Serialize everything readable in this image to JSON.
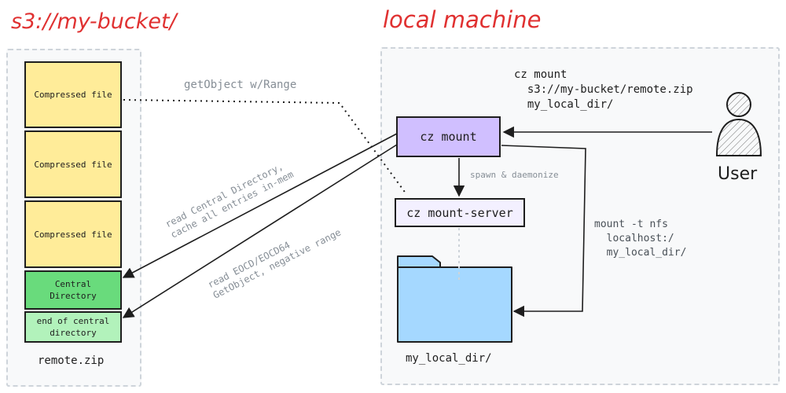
{
  "bucket": {
    "title": "s3://my-bucket/",
    "file_blocks": [
      "Compressed file",
      "Compressed file",
      "Compressed file"
    ],
    "central_directory": "Central Directory",
    "eocd": "end of central directory",
    "archive_label": "remote.zip"
  },
  "local": {
    "title": "local machine",
    "mount_box": "cz mount",
    "server_box": "cz mount-server",
    "folder_label": "my_local_dir/",
    "user_label": "User",
    "command_lines": [
      "cz mount",
      "  s3://my-bucket/remote.zip",
      "  my_local_dir/"
    ],
    "nfs_lines": [
      "mount -t nfs",
      "  localhost:/",
      "  my_local_dir/"
    ],
    "spawn_label": "spawn & daemonize"
  },
  "edges": {
    "get_object": "getObject w/Range",
    "read_cd_lines": [
      "read Central Directory,",
      "cache all entries in-mem"
    ],
    "read_eocd_lines": [
      "read EOCD/EOCD64",
      "GetObject, negative range"
    ]
  },
  "colors": {
    "title_red": "#e03131",
    "compressed_fill": "#ffec99",
    "central_dir_fill": "#69db7c",
    "eocd_fill": "#b2f2bb",
    "mount_fill": "#d0bfff",
    "server_fill": "#f3f0ff",
    "folder_fill": "#a5d8ff"
  }
}
